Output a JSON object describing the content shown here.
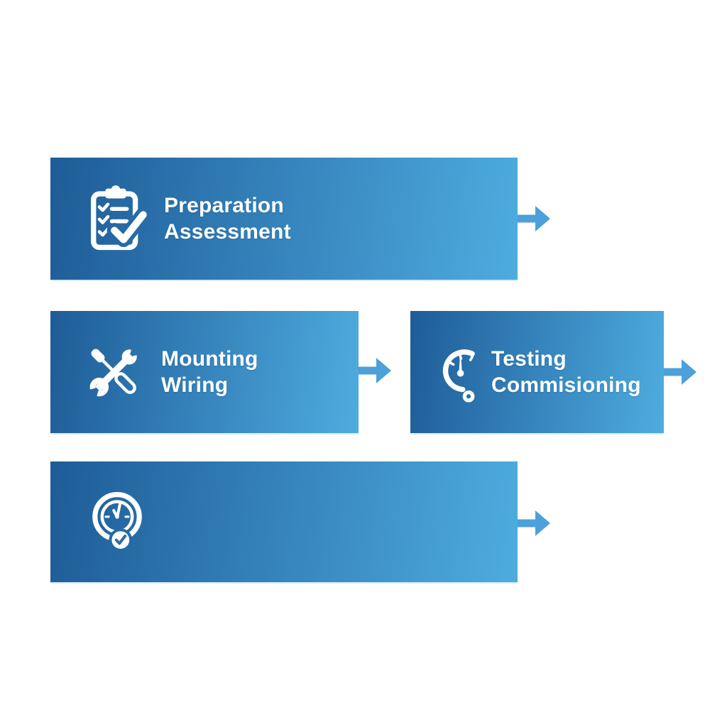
{
  "diagram": {
    "background_color": "#ffffff",
    "bar_gradient_start": "#1E5C98",
    "bar_gradient_end": "#4EACDF",
    "arrow_color": "#4DA0D9",
    "text_color": "#ffffff",
    "badge_check_color": "#2E6EA6"
  },
  "steps": [
    {
      "icon": "clipboard-checklist-icon",
      "label_line1": "Preparation",
      "label_line2": "Assessment"
    },
    {
      "icon": "tools-icon",
      "label_line1": "Mounting",
      "label_line2": "Wiring"
    },
    {
      "icon": "gauge-icon",
      "label_line1": "Testing",
      "label_line2": "Commisioning"
    },
    {
      "icon": "clock-check-icon",
      "label_line1": "",
      "label_line2": ""
    }
  ]
}
